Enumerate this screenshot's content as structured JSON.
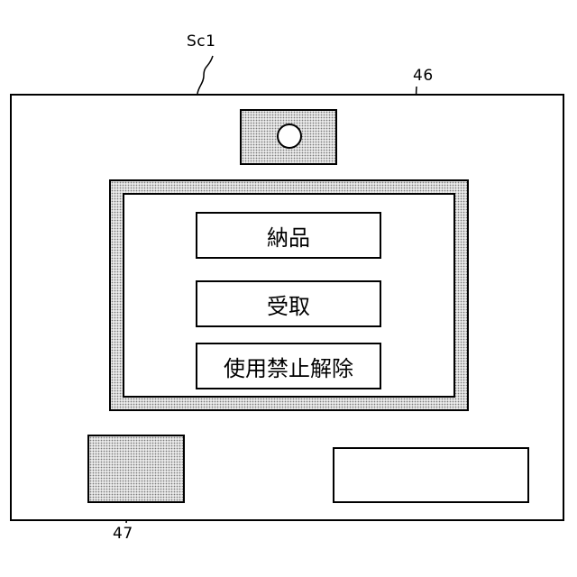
{
  "labels": {
    "screen_ref": "Sc1",
    "touch_panel_ref": "46",
    "reader_ref": "47"
  },
  "menu": {
    "items": [
      {
        "label": "納品"
      },
      {
        "label": "受取"
      },
      {
        "label": "使用禁止解除"
      }
    ]
  },
  "colors": {
    "line": "#000000",
    "dot_fill": "#7a7a7a",
    "background": "#ffffff"
  }
}
